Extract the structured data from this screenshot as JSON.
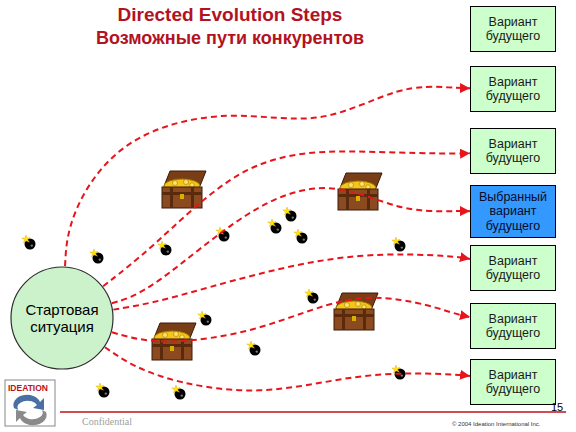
{
  "diagram": {
    "title": "Directed Evolution Steps",
    "nodes": [
      {
        "text": [
          "Стартовая ситуация"
        ]
      },
      {
        "text": [
          "Вариант будущего"
        ]
      },
      {
        "text": [
          "Вариант будущего"
        ]
      },
      {
        "text": [
          "Вариант будущего"
        ]
      },
      {
        "text": [
          "Выбранный вариант будущего"
        ]
      },
      {
        "text": [
          "Вариант будущего"
        ]
      },
      {
        "text": [
          "Вариант будущего"
        ]
      },
      {
        "text": [
          "Вариант будущего"
        ]
      }
    ],
    "edges": [
      {
        "from": 0,
        "to": 2,
        "arrow": "to"
      },
      {
        "from": 0,
        "to": 3,
        "arrow": "to"
      },
      {
        "from": 0,
        "to": 4,
        "arrow": "to"
      },
      {
        "from": 0,
        "to": 5,
        "arrow": "to"
      },
      {
        "from": 0,
        "to": 6,
        "arrow": "to"
      },
      {
        "from": 0,
        "to": 7,
        "arrow": "to"
      }
    ],
    "labels": [
      "Возможные пути конкурентов",
      "IDEATION",
      "Confidential",
      "© 2004 Ideation International Inc.",
      "15"
    ]
  }
}
